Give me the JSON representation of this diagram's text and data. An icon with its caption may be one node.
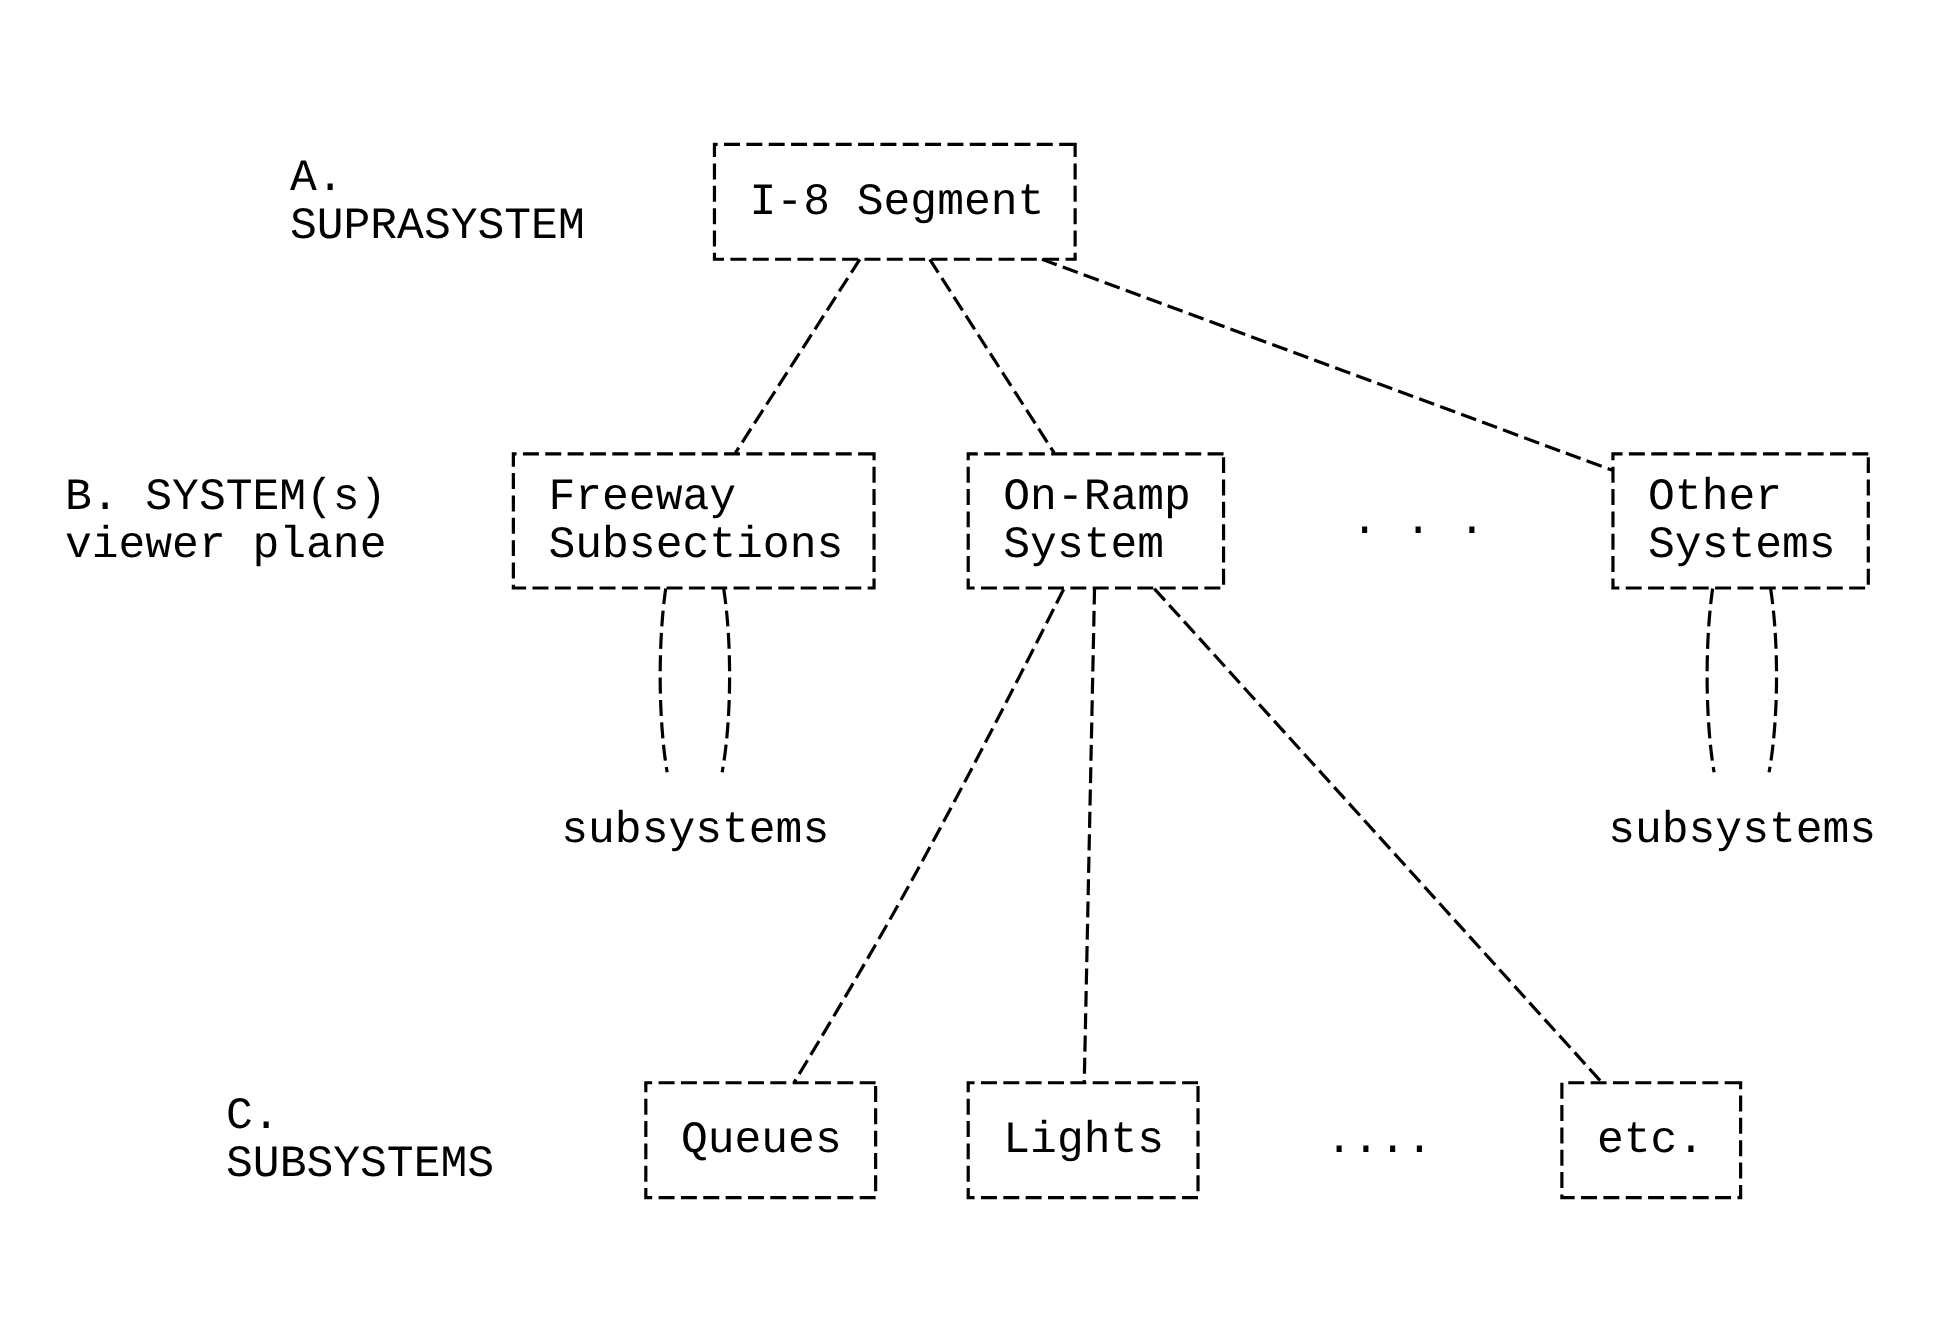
{
  "diagram": {
    "nodes": [
      {
        "text": [
          "I-8 Segment"
        ]
      },
      {
        "text": [
          "Freeway Subsections"
        ]
      },
      {
        "text": [
          "On-Ramp System"
        ]
      },
      {
        "text": [
          "Other Systems"
        ]
      },
      {
        "text": [
          "subsystems"
        ]
      },
      {
        "text": [
          "subsystems"
        ]
      },
      {
        "text": [
          "Queues"
        ]
      },
      {
        "text": [
          "Lights"
        ]
      },
      {
        "text": [
          "etc."
        ]
      }
    ],
    "edges": [
      {
        "from": 0,
        "to": 1,
        "arrow": "none",
        "style": "dashed"
      },
      {
        "from": 0,
        "to": 2,
        "arrow": "none",
        "style": "dashed"
      },
      {
        "from": 0,
        "to": 3,
        "arrow": "none",
        "style": "dashed"
      },
      {
        "from": 1,
        "to": 4,
        "arrow": "none",
        "style": "dashed"
      },
      {
        "from": 1,
        "to": 4,
        "arrow": "none",
        "style": "dashed"
      },
      {
        "from": 2,
        "to": 6,
        "arrow": "none",
        "style": "dashed"
      },
      {
        "from": 2,
        "to": 7,
        "arrow": "none",
        "style": "dashed"
      },
      {
        "from": 2,
        "to": 8,
        "arrow": "none",
        "style": "dashed"
      },
      {
        "from": 3,
        "to": 5,
        "arrow": "none",
        "style": "dashed"
      },
      {
        "from": 3,
        "to": 5,
        "arrow": "none",
        "style": "dashed"
      }
    ],
    "labels": [
      "A. SUPRASYSTEM",
      "B. SYSTEM(s) viewer plane",
      ". . .",
      "C. SUBSYSTEMS",
      "...."
    ]
  }
}
